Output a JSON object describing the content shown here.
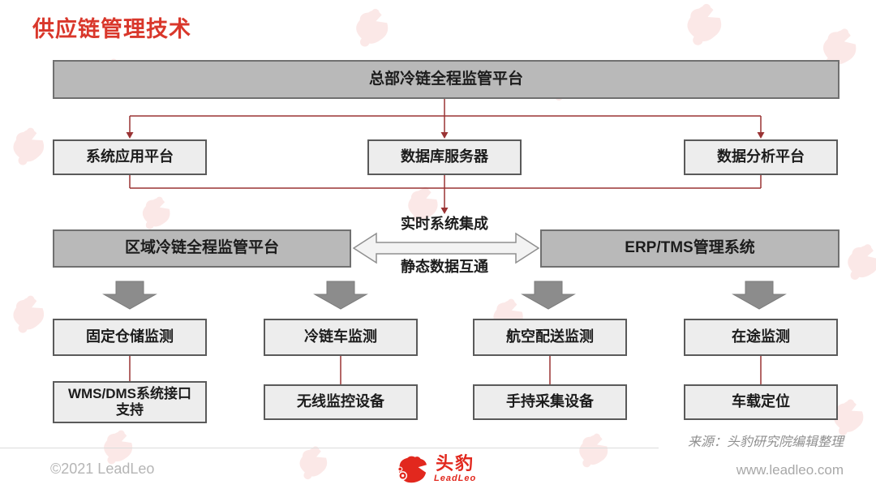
{
  "title": "供应链管理技术",
  "diagram": {
    "top_box": "总部冷链全程监管平台",
    "row2": [
      "系统应用平台",
      "数据库服务器",
      "数据分析平台"
    ],
    "mid_left": "区域冷链全程监管平台",
    "mid_right": "ERP/TMS管理系统",
    "arrow_label_top": "实时系统集成",
    "arrow_label_bottom": "静态数据互通",
    "row4": [
      "固定仓储监测",
      "冷链车监测",
      "航空配送监测",
      "在途监测"
    ],
    "row5": [
      "WMS/DMS系统接口支持",
      "无线监控设备",
      "手持采集设备",
      "车载定位"
    ]
  },
  "source_note": "来源：头豹研究院编辑整理",
  "footer": {
    "copyright": "©2021 LeadLeo",
    "logo_cn": "头豹",
    "logo_en": "LeadLeo",
    "website": "www.leadleo.com"
  },
  "colors": {
    "accent_red": "#d9372b",
    "line_red": "#9a3334",
    "box_dark_fill": "#b9b9b9",
    "box_light_fill": "#ededed",
    "block_arrow_gray": "#8c8c8c",
    "logo_red": "#e2281e"
  }
}
